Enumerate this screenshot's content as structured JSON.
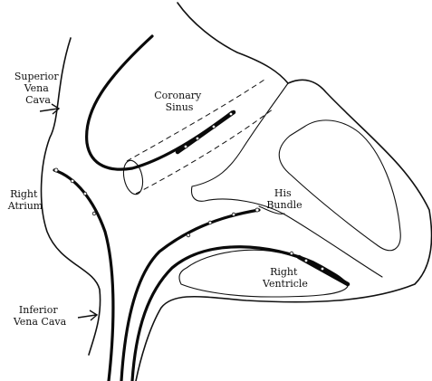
{
  "labels": {
    "superior_vena_cava": [
      "Superior",
      "Vena",
      "Cava"
    ],
    "coronary_sinus": [
      "Coronary",
      "Sinus"
    ],
    "right_atrium": [
      "Right",
      "Atrium"
    ],
    "his_bundle": [
      "His",
      "Bundle"
    ],
    "right_ventricle": [
      "Right",
      "Ventricle"
    ],
    "inferior_vena_cava": [
      "Inferior",
      "Vena Cava"
    ]
  },
  "colors": {
    "line": "#111111",
    "background": "#ffffff"
  }
}
